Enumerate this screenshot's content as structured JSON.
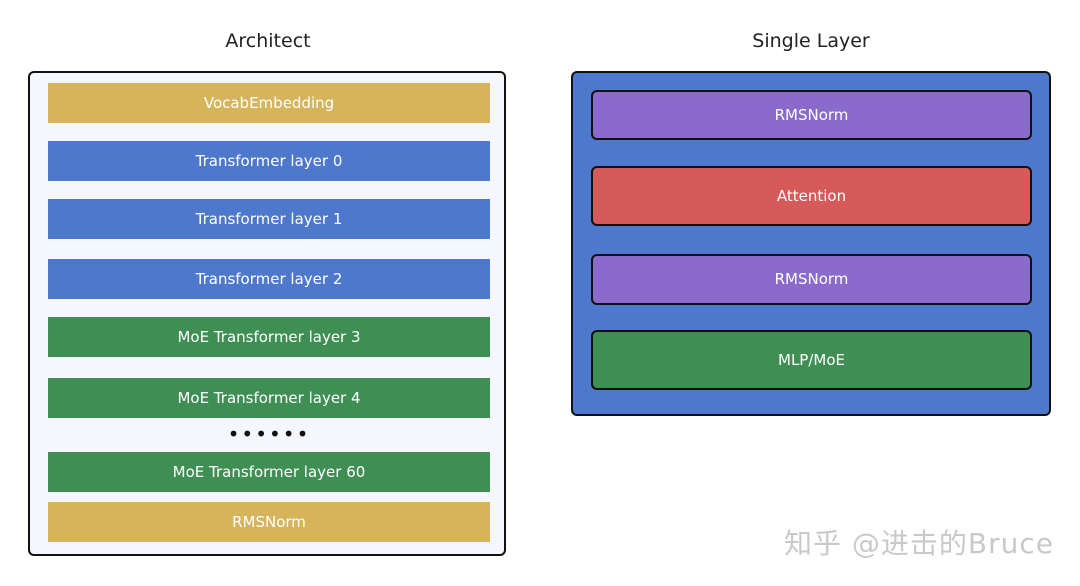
{
  "left": {
    "title": "Architect",
    "items": [
      {
        "label": "VocabEmbedding",
        "color": "#d5b45b"
      },
      {
        "label": "Transformer layer 0",
        "color": "#4e78cb"
      },
      {
        "label": "Transformer layer 1",
        "color": "#4e78cb"
      },
      {
        "label": "Transformer layer 2",
        "color": "#4e78cb"
      },
      {
        "label": "MoE Transformer layer 3",
        "color": "#3f8f55"
      },
      {
        "label": "MoE Transformer layer 4",
        "color": "#3f8f55"
      },
      {
        "label": "MoE Transformer layer 60",
        "color": "#3f8f55"
      },
      {
        "label": "RMSNorm",
        "color": "#d5b45b"
      }
    ],
    "ellipsis": "••••••"
  },
  "right": {
    "title": "Single Layer",
    "items": [
      {
        "label": "RMSNorm",
        "color": "#8a6bcc"
      },
      {
        "label": "Attention",
        "color": "#d65a5a"
      },
      {
        "label": "RMSNorm",
        "color": "#8a6bcc"
      },
      {
        "label": "MLP/MoE",
        "color": "#3f8f55"
      }
    ]
  },
  "watermark": "知乎 @进击的Bruce"
}
